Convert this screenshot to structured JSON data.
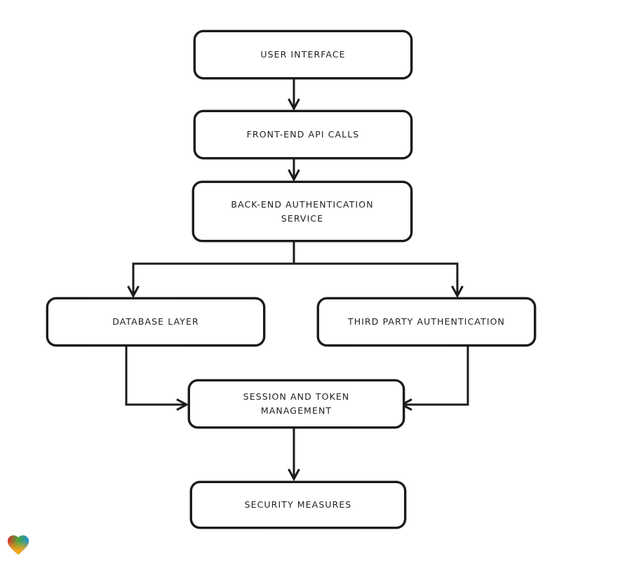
{
  "canvas_background": "#ffffff",
  "nodes": [
    {
      "id": "user-interface",
      "label": "USER INTERFACE"
    },
    {
      "id": "front-end-api-calls",
      "label": "FRONT-END API CALLS"
    },
    {
      "id": "back-end-authentication-service",
      "label": "BACK-END AUTHENTICATION SERVICE"
    },
    {
      "id": "database-layer",
      "label": "DATABASE LAYER"
    },
    {
      "id": "third-party-authentication",
      "label": "THIRD PARTY AUTHENTICATION"
    },
    {
      "id": "session-and-token-management",
      "label": "SESSION AND TOKEN MANAGEMENT"
    },
    {
      "id": "security-measures",
      "label": "SECURITY MEASURES"
    }
  ],
  "edges": [
    {
      "from": "user-interface",
      "to": "front-end-api-calls"
    },
    {
      "from": "front-end-api-calls",
      "to": "back-end-authentication-service"
    },
    {
      "from": "back-end-authentication-service",
      "to": "database-layer"
    },
    {
      "from": "back-end-authentication-service",
      "to": "third-party-authentication"
    },
    {
      "from": "database-layer",
      "to": "session-and-token-management"
    },
    {
      "from": "third-party-authentication",
      "to": "session-and-token-management"
    },
    {
      "from": "session-and-token-management",
      "to": "security-measures"
    }
  ],
  "style": {
    "stroke_color": "#1b1b1b",
    "node_fill": "#ffffff",
    "text_color": "#1e1e1e"
  },
  "watermark": {
    "icon": "heart-gradient-logo",
    "colors": {
      "red": "#e0312d",
      "green": "#4aa73c",
      "blue": "#2492d6",
      "orange": "#f6a41f"
    }
  }
}
